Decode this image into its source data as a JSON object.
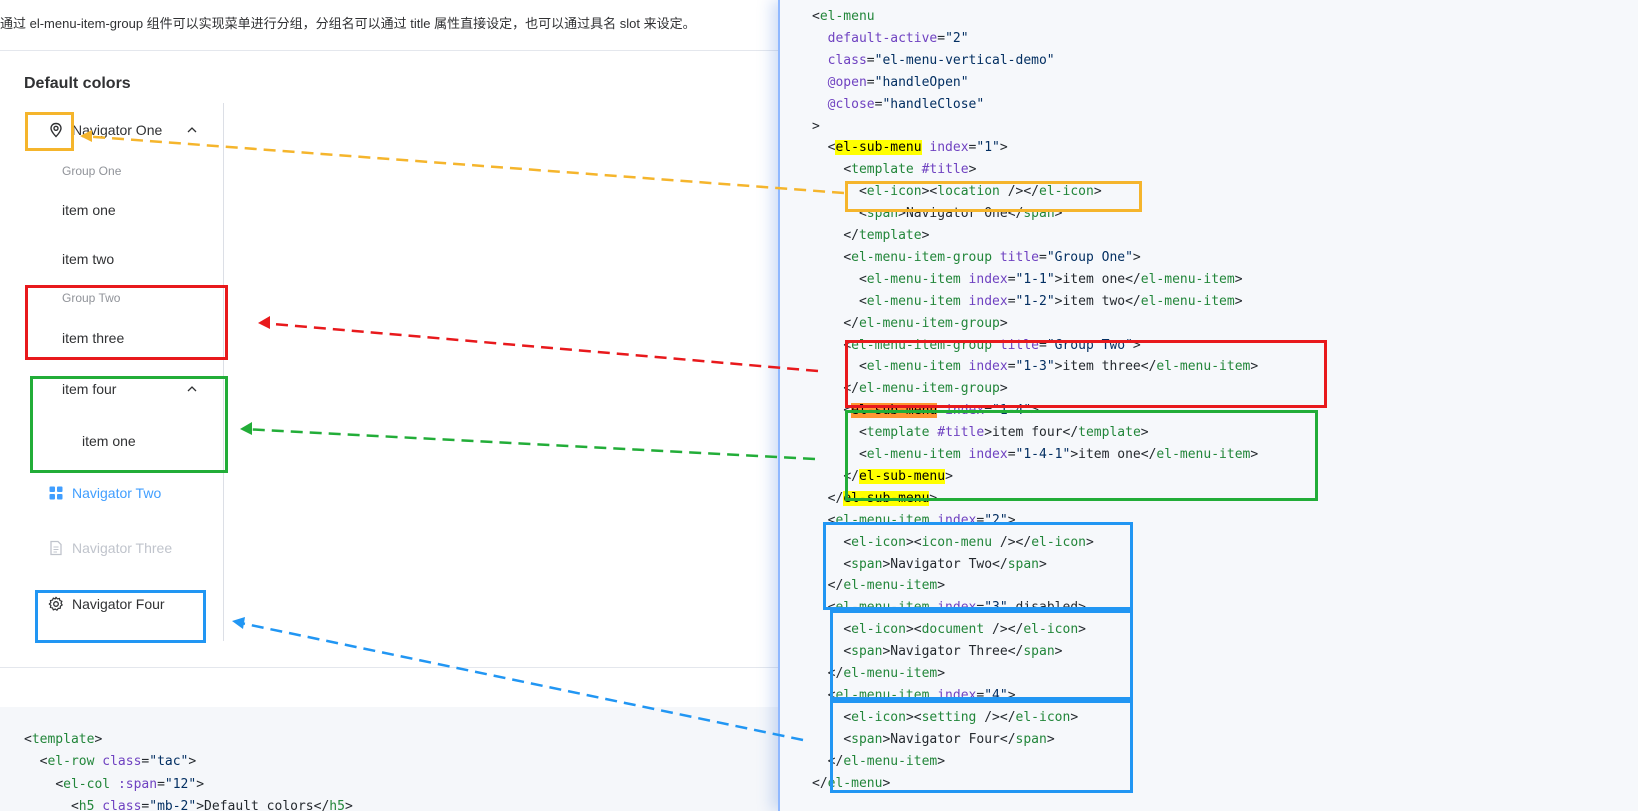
{
  "intro_text": "通过 el-menu-item-group 组件可以实现菜单进行分组，分组名可以通过 title 属性直接设定，也可以通过具名 slot 来设定。",
  "demo": {
    "heading": "Default colors",
    "nav_one": "Navigator One",
    "group_one": "Group One",
    "item_one": "item one",
    "item_two": "item two",
    "group_two": "Group Two",
    "item_three": "item three",
    "item_four": "item four",
    "sub_item_one": "item one",
    "nav_two": "Navigator Two",
    "nav_three": "Navigator Three",
    "nav_four": "Navigator Four"
  },
  "icons": {
    "nav_one": "location-icon",
    "nav_two": "menu-grid-icon",
    "nav_three": "document-icon",
    "nav_four": "setting-gear-icon",
    "expand": "chevron-up-icon"
  },
  "colors": {
    "active": "#409eff",
    "disabled": "#c0c4cc",
    "yellow_box": "#f5b52c",
    "red_box": "#e8191c",
    "green_box": "#22ad38",
    "blue_box": "#2196f3"
  },
  "left_code": [
    "<template>",
    "  <el-row class=\"tac\">",
    "    <el-col :span=\"12\">",
    "      <h5 class=\"mb-2\">Default colors</h5>"
  ],
  "right_code": [
    "<el-menu",
    "  default-active=\"2\"",
    "  class=\"el-menu-vertical-demo\"",
    "  @open=\"handleOpen\"",
    "  @close=\"handleClose\"",
    ">",
    "  <el-sub-menu index=\"1\">",
    "    <template #title>",
    "      <el-icon><location /></el-icon>",
    "      <span>Navigator One</span>",
    "    </template>",
    "    <el-menu-item-group title=\"Group One\">",
    "      <el-menu-item index=\"1-1\">item one</el-menu-item>",
    "      <el-menu-item index=\"1-2\">item two</el-menu-item>",
    "    </el-menu-item-group>",
    "    <el-menu-item-group title=\"Group Two\">",
    "      <el-menu-item index=\"1-3\">item three</el-menu-item>",
    "    </el-menu-item-group>",
    "    <el-sub-menu index=\"1-4\">",
    "      <template #title>item four</template>",
    "      <el-menu-item index=\"1-4-1\">item one</el-menu-item>",
    "    </el-sub-menu>",
    "  </el-sub-menu>",
    "  <el-menu-item index=\"2\">",
    "    <el-icon><icon-menu /></el-icon>",
    "    <span>Navigator Two</span>",
    "  </el-menu-item>",
    "  <el-menu-item index=\"3\" disabled>",
    "    <el-icon><document /></el-icon>",
    "    <span>Navigator Three</span>",
    "  </el-menu-item>",
    "  <el-menu-item index=\"4\">",
    "    <el-icon><setting /></el-icon>",
    "    <span>Navigator Four</span>",
    "  </el-menu-item>",
    "</el-menu>"
  ]
}
